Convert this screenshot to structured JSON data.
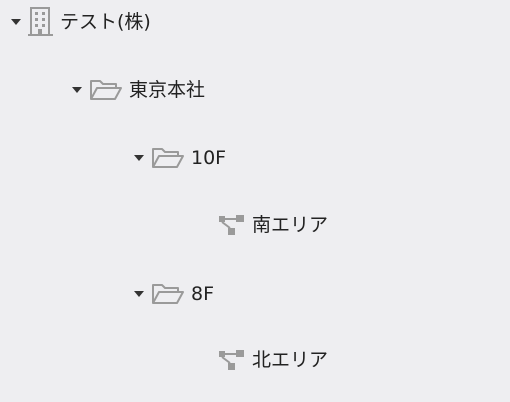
{
  "tree": {
    "root": {
      "label": "テスト(株)",
      "icon": "building-icon",
      "expanded": true
    },
    "office": {
      "label": "東京本社",
      "icon": "folder-open-icon",
      "expanded": true
    },
    "floor10": {
      "label": "10F",
      "icon": "folder-open-icon",
      "expanded": true
    },
    "area_south": {
      "label": "南エリア",
      "icon": "network-tree-icon"
    },
    "floor8": {
      "label": "8F",
      "icon": "folder-open-icon",
      "expanded": true
    },
    "area_north": {
      "label": "北エリア",
      "icon": "network-tree-icon"
    }
  },
  "colors": {
    "background": "#eeeef1",
    "text": "#222222",
    "icon": "#9a9a9a",
    "caret": "#333333"
  }
}
